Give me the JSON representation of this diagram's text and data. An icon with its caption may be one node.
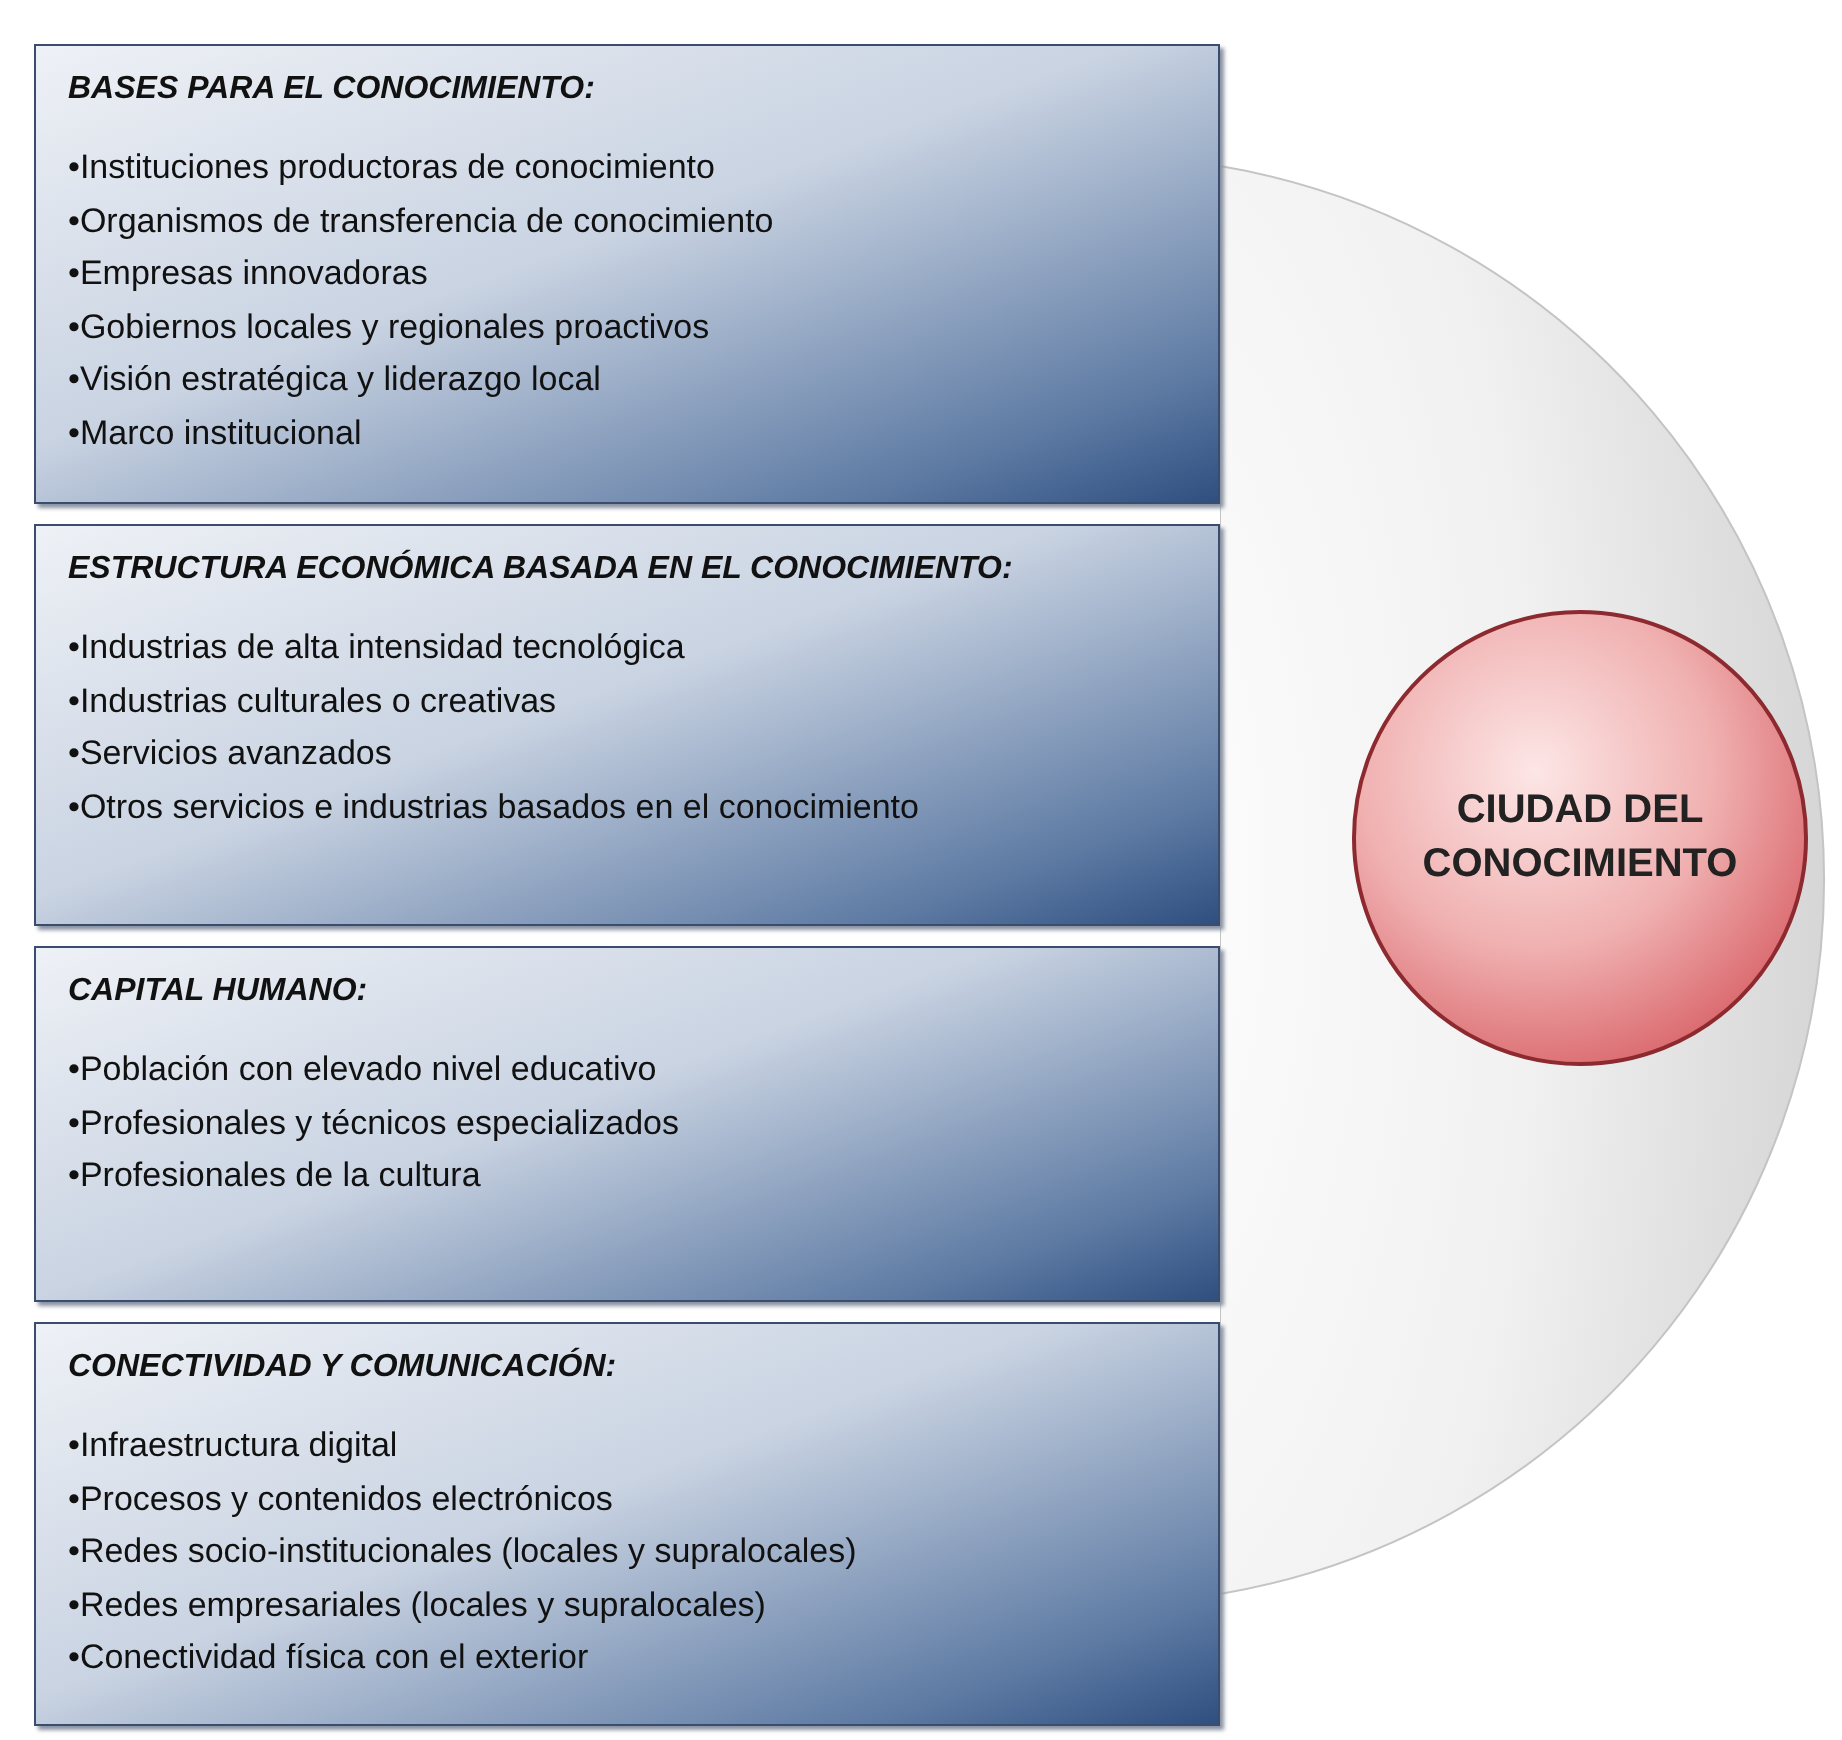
{
  "diagram": {
    "nodes": [
      {
        "text": [
          "BASES PARA EL CONOCIMIENTO:",
          "•Instituciones productoras de conocimiento",
          "•Organismos de transferencia de conocimiento",
          "•Empresas innovadoras",
          "•Gobiernos locales y regionales proactivos",
          "•Visión estratégica y liderazgo local",
          "•Marco institucional"
        ]
      },
      {
        "text": [
          "ESTRUCTURA ECONÓMICA BASADA EN EL CONOCIMIENTO:",
          "•Industrias de alta intensidad tecnológica",
          "•Industrias culturales o creativas",
          "•Servicios avanzados",
          "•Otros servicios e industrias basados en el conocimiento"
        ]
      },
      {
        "text": [
          "CAPITAL HUMANO:",
          "•Población con elevado nivel educativo",
          "•Profesionales y técnicos especializados",
          "•Profesionales de la cultura"
        ]
      },
      {
        "text": [
          "CONECTIVIDAD Y COMUNICACIÓN:",
          "•Infraestructura digital",
          "•Procesos y contenidos electrónicos",
          "•Redes socio-institucionales (locales y supralocales)",
          "•Redes empresariales (locales y supralocales)",
          "•Conectividad física con el exterior"
        ]
      },
      {
        "text": [],
        "shape": "circle"
      },
      {
        "text": [
          "CIUDAD DEL CONOCIMIENTO"
        ],
        "in": 4
      }
    ],
    "edges": []
  }
}
